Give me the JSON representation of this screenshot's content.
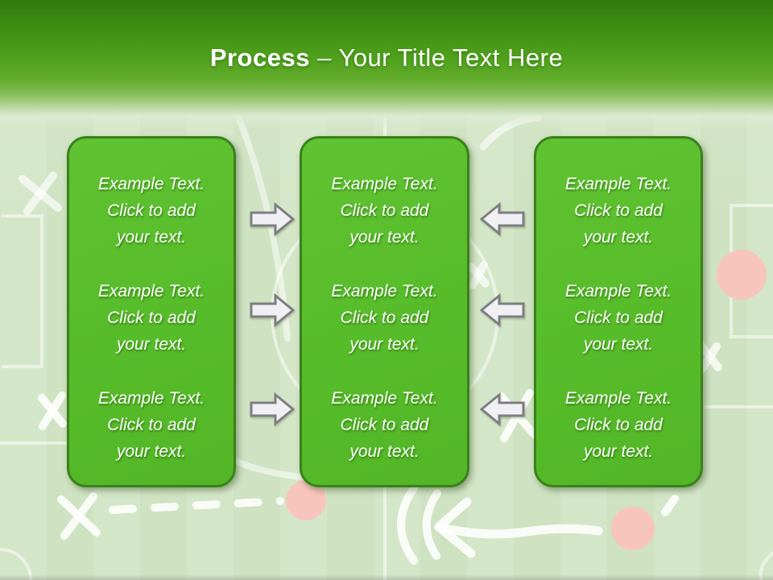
{
  "title": {
    "bold": "Process",
    "regular": "– Your Title Text Here"
  },
  "boxes": [
    {
      "name": "process-box-left",
      "paragraphs": [
        "Example Text.\nClick  to add\nyour text.",
        "Example Text.\nClick  to add\nyour text.",
        "Example Text.\nClick  to add\nyour text."
      ]
    },
    {
      "name": "process-box-middle",
      "paragraphs": [
        "Example Text.\nClick  to add\nyour text.",
        "Example Text.\nClick  to add\nyour text.",
        "Example Text.\nClick  to add\nyour text."
      ]
    },
    {
      "name": "process-box-right",
      "paragraphs": [
        "Example Text.\nClick  to add\nyour text.",
        "Example Text.\nClick  to add\nyour text.",
        "Example Text.\nClick  to add\nyour text."
      ]
    }
  ],
  "arrows": [
    {
      "name": "arrow-right-1",
      "direction": "right"
    },
    {
      "name": "arrow-right-2",
      "direction": "right"
    },
    {
      "name": "arrow-right-3",
      "direction": "right"
    },
    {
      "name": "arrow-left-1",
      "direction": "left"
    },
    {
      "name": "arrow-left-2",
      "direction": "left"
    },
    {
      "name": "arrow-left-3",
      "direction": "left"
    }
  ],
  "background": {
    "theme": "soccer-tactics-field",
    "elements": [
      "field-lines",
      "center-circle",
      "x-marks",
      "dashed-line",
      "hand-drawn-arrow",
      "pink-circle-markers"
    ]
  },
  "colors": {
    "header_green_dark": "#2e7a0e",
    "header_green_mid": "#52a31e",
    "field_background": "#d2e5c5",
    "box_fill": "#57bc2a",
    "box_border": "#3a811b",
    "box_text": "#ffffff",
    "arrow_fill": "#f0eff3",
    "arrow_border": "#7e7e81",
    "pink_marker": "#f8c5bc",
    "doodle_white": "#ffffff"
  }
}
